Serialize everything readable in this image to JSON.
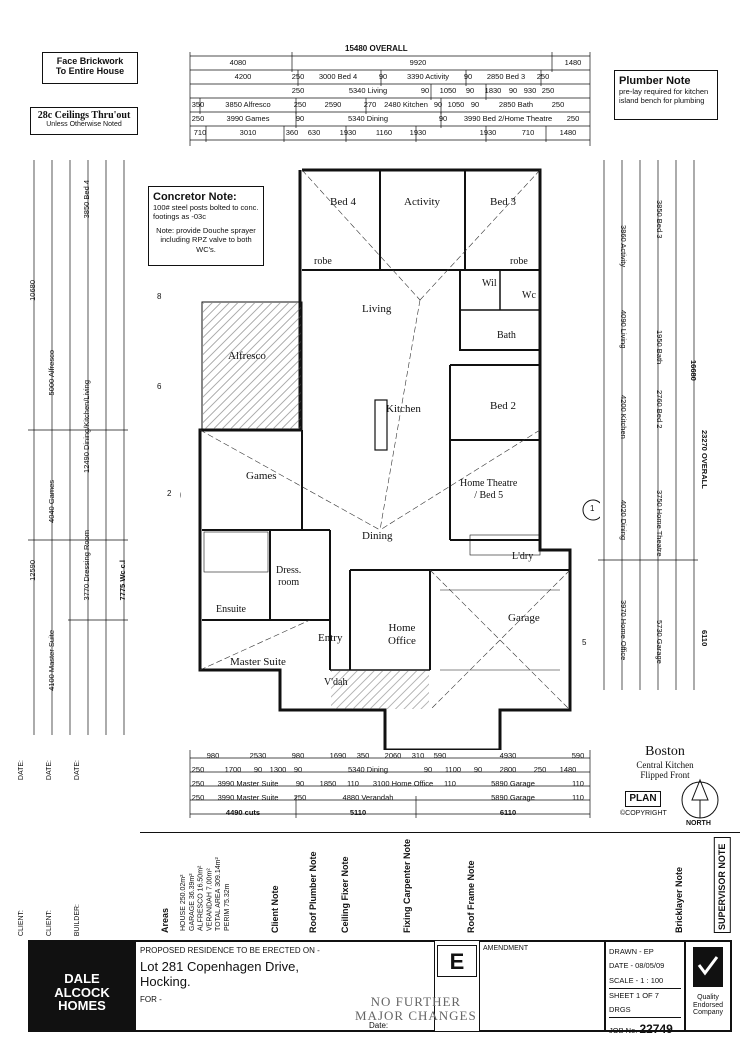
{
  "notes": {
    "face_brick": [
      "Face Brickwork",
      "To Entire House"
    ],
    "ceilings": [
      "28c Ceilings Thru'out",
      "Unless Otherwise Noted"
    ],
    "plumber": {
      "title": "Plumber Note",
      "body": "pre-lay required for kitchen island bench for plumbing"
    },
    "concretor": {
      "title": "Concretor Note:",
      "body": "100# steel posts bolted to conc. footings as -03c",
      "body2": "Note: provide Douche sprayer including RPZ valve to both WC's."
    }
  },
  "dimensions": {
    "overall_top": "15480 OVERALL",
    "row1": [
      "4080",
      "9920",
      "1480"
    ],
    "row2": [
      "4200",
      "250",
      "3000 Bed 4",
      "90",
      "3390 Activity",
      "90",
      "2850 Bed 3",
      "250"
    ],
    "row3": [
      "250",
      "5340 Living",
      "90",
      "1050",
      "90",
      "1830",
      "90",
      "930",
      "250"
    ],
    "row4": [
      "350",
      "3850 Alfresco",
      "250",
      "2590",
      "270",
      "2480 Kitchen",
      "90",
      "1050",
      "90",
      "2850 Bath",
      "250"
    ],
    "row5": [
      "250",
      "3990 Games",
      "90",
      "5340 Dining",
      "90",
      "3990 Bed 2/Home Theatre",
      "250"
    ],
    "row6": [
      "710",
      "3010",
      "360",
      "630",
      "1930",
      "1160",
      "1930",
      "1930",
      "710",
      "1480"
    ],
    "bottom1": [
      "980",
      "2530",
      "980",
      "1690",
      "350",
      "2060",
      "310",
      "590",
      "4930",
      "590"
    ],
    "bottom2": [
      "250",
      "1700",
      "90",
      "1300",
      "90",
      "5340 Dining",
      "90",
      "1100",
      "90",
      "2800",
      "250",
      "1480"
    ],
    "bottom3": [
      "250",
      "3990 Master Suite",
      "90",
      "1850",
      "110",
      "3100 Home Office",
      "110",
      "5890 Garage",
      "110"
    ],
    "bottom4": [
      "250",
      "3990 Master Suite",
      "250",
      "4880 Verandah",
      "5890 Garage",
      "110"
    ],
    "bottom5": [
      "4490 cuts",
      "5110",
      "6110"
    ],
    "overall_right": "23270 OVERALL",
    "right_6110": "6110",
    "left_12590": "12590",
    "left_10680": "10680",
    "right_16680": "16680"
  },
  "rooms": {
    "bed4": "Bed 4",
    "activity": "Activity",
    "bed3": "Bed 3",
    "living": "Living",
    "alfresco": "Alfresco",
    "kitchen": "Kitchen",
    "bed2": "Bed 2",
    "bath": "Bath",
    "wil": "Wil",
    "wc": "Wc",
    "games": "Games",
    "home_theatre": "Home Theatre\n/ Bed 5",
    "dining": "Dining",
    "dress": "Dress.\nroom",
    "ensuite": "Ensuite",
    "entry": "Entry",
    "home_office": "Home\nOffice",
    "garage": "Garage",
    "master": "Master Suite",
    "vdah": "V'dah",
    "ldry": "L'dry",
    "robe1": "robe",
    "robe2": "robe"
  },
  "sections": {
    "s1": "1",
    "s2": "2",
    "s6": "6",
    "s8": "8",
    "s5": "5"
  },
  "plan_title": {
    "name": "Boston",
    "sub1": "Central Kitchen",
    "sub2": "Flipped Front",
    "plan": "PLAN",
    "copyright": "©COPYRIGHT",
    "north": "NORTH"
  },
  "side_notes": {
    "supervisor": "SUPERVISOR NOTE",
    "bricklayer": "Bricklayer Note",
    "roof_frame": "Roof Frame Note",
    "fixing_carp": "Fixing Carpenter Note",
    "ceiling_fixer": "Ceiling Fixer Note",
    "roof_plumber": "Roof Plumber Note",
    "client": "Client Note",
    "areas": "Areas",
    "area_rows": [
      [
        "HOUSE",
        "250.02m²"
      ],
      [
        "GARAGE",
        "36.39m²"
      ],
      [
        "ALFRESCO",
        "16.50m²"
      ],
      [
        "VERANDAH",
        "7.00m²"
      ],
      [
        "TOTAL AREA",
        "309.14m²"
      ],
      [
        "PERIM",
        "75.32m"
      ]
    ]
  },
  "signatures": {
    "client1": "CLIENT:",
    "client2": "CLIENT:",
    "builder": "BUILDER:",
    "date1": "DATE:",
    "date2": "DATE:",
    "date3": "DATE:"
  },
  "title_block": {
    "company": [
      "DALE",
      "ALCOCK",
      "HOMES"
    ],
    "proposed": "PROPOSED RESIDENCE TO BE ERECTED ON -",
    "lot": "Lot 281 Copenhagen Drive,",
    "suburb": "Hocking.",
    "for": "FOR -",
    "amendment": "AMENDMENT",
    "rev": "E",
    "stamp": [
      "NO FURTHER",
      "MAJOR CHANGES"
    ],
    "date_label": "Date:",
    "drawn_label": "DRAWN -",
    "drawn": "EP",
    "date_hdr": "DATE -",
    "date": "08/05/09",
    "scale_label": "SCALE -",
    "scale": "1 : 100",
    "sheet": "SHEET 1 OF 7 DRGS",
    "job_label": "JOB No.",
    "job": "22749",
    "quality": [
      "Quality",
      "Endorsed",
      "Company"
    ]
  }
}
